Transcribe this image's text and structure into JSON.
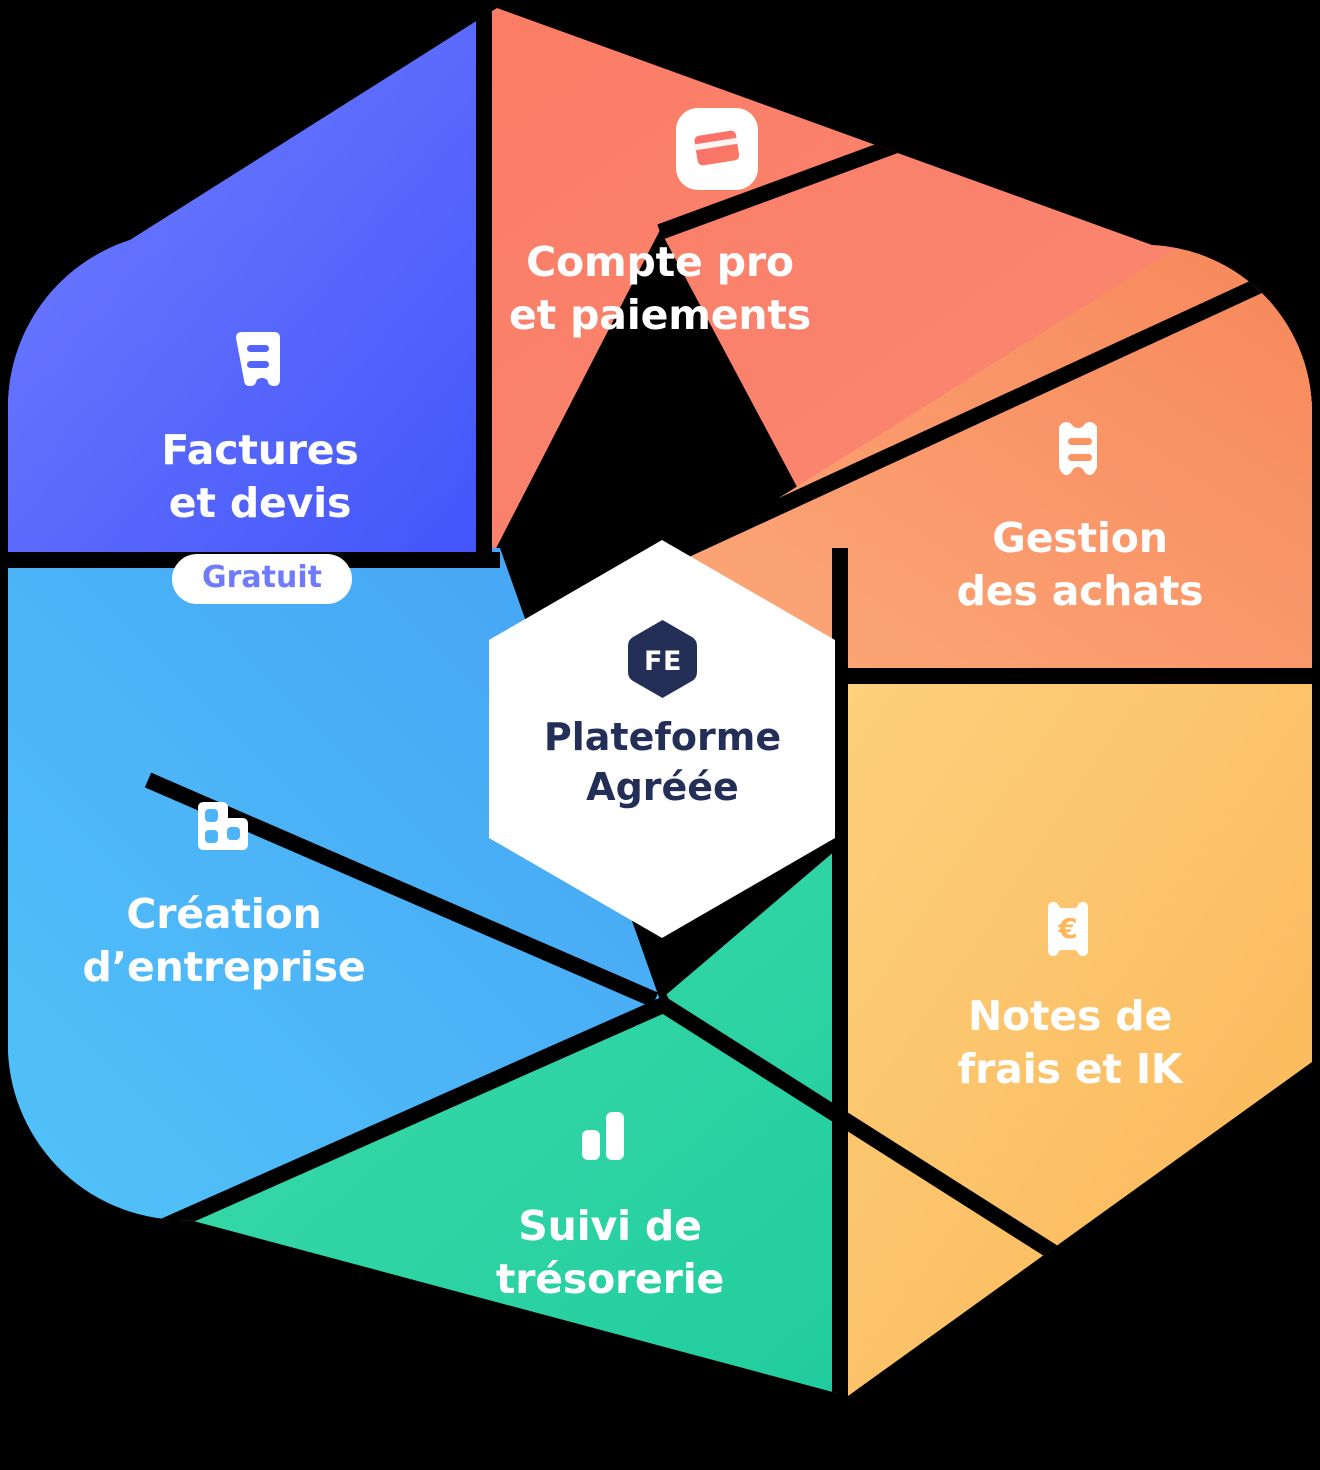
{
  "diagram": {
    "title": "Hexagone des fonctionnalites",
    "center": {
      "logo_text": "FE",
      "label": "Plateforme\nAgréée",
      "logo_color": "#232F57",
      "background": "#FFFFFF"
    },
    "segments": [
      {
        "id": "compte-pro",
        "label": "Compte pro\net paiements",
        "icon": "credit-card-icon",
        "color_start": "#FB7C65",
        "color_end": "#F9836F",
        "position": "top"
      },
      {
        "id": "gestion-achats",
        "label": "Gestion\ndes achats",
        "icon": "receipt-icon",
        "color_start": "#FCA36A",
        "color_end": "#F78A5E",
        "position": "top-right"
      },
      {
        "id": "notes-de-frais",
        "label": "Notes de\nfrais et IK",
        "icon": "euro-receipt-icon",
        "color_start": "#FDCE73",
        "color_end": "#FBB75A",
        "position": "bottom-right"
      },
      {
        "id": "suivi-tresorerie",
        "label": "Suivi de\ntrésorerie",
        "icon": "bar-chart-icon",
        "color_start": "#3ADCA8",
        "color_end": "#21CE9E",
        "position": "bottom"
      },
      {
        "id": "creation-entreprise",
        "label": "Création\nd’entreprise",
        "icon": "buildings-icon",
        "color_start": "#4FBDF8",
        "color_end": "#4AA8F6",
        "position": "bottom-left"
      },
      {
        "id": "factures-devis",
        "label": "Factures\net devis",
        "icon": "invoice-icon",
        "color_start": "#7280FE",
        "color_end": "#4A5BFB",
        "position": "top-left",
        "badge": "Gratuit",
        "badge_text_color": "#6E7BFD"
      }
    ]
  }
}
